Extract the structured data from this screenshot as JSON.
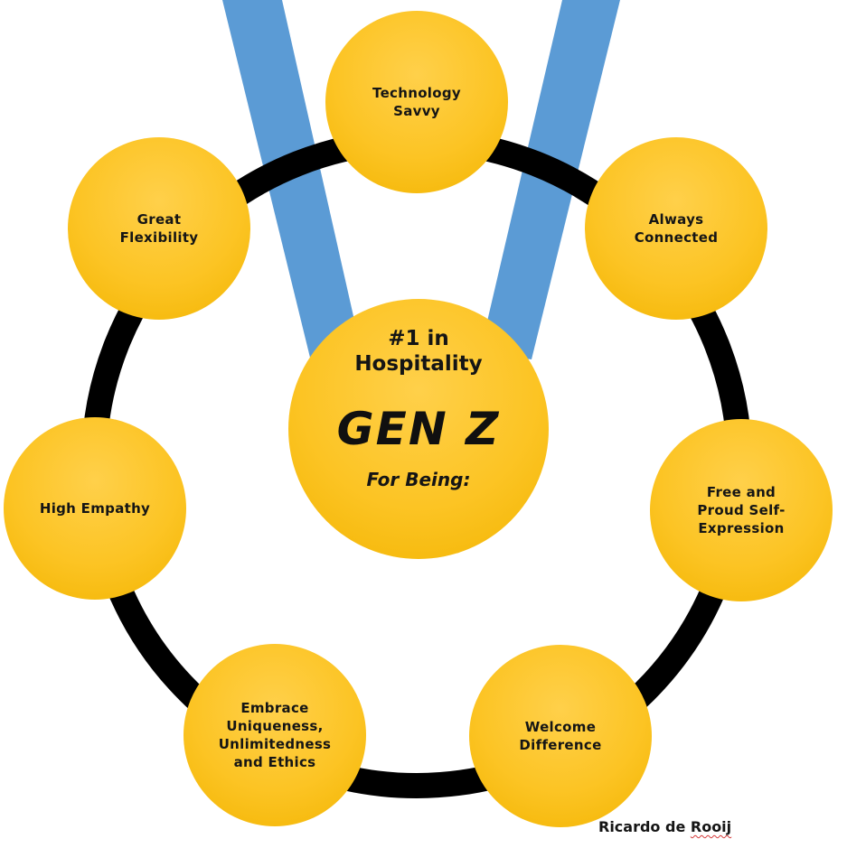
{
  "colors": {
    "ribbon": "#5b9bd5",
    "ring": "#000000",
    "circle_fill": "#fcc424",
    "text": "#151515"
  },
  "center": {
    "heading": "#1 in\nHospitality",
    "title": "GEN Z",
    "subtitle": "For Being:"
  },
  "traits": [
    "Technology\nSavvy",
    "Always\nConnected",
    "Free and\nProud Self-\nExpression",
    "Welcome\nDifference",
    "Embrace\nUniqueness,\nUnlimitedness\nand Ethics",
    "High Empathy",
    "Great\nFlexibility"
  ],
  "author": {
    "first": "Ricardo de",
    "last": "Rooij"
  }
}
